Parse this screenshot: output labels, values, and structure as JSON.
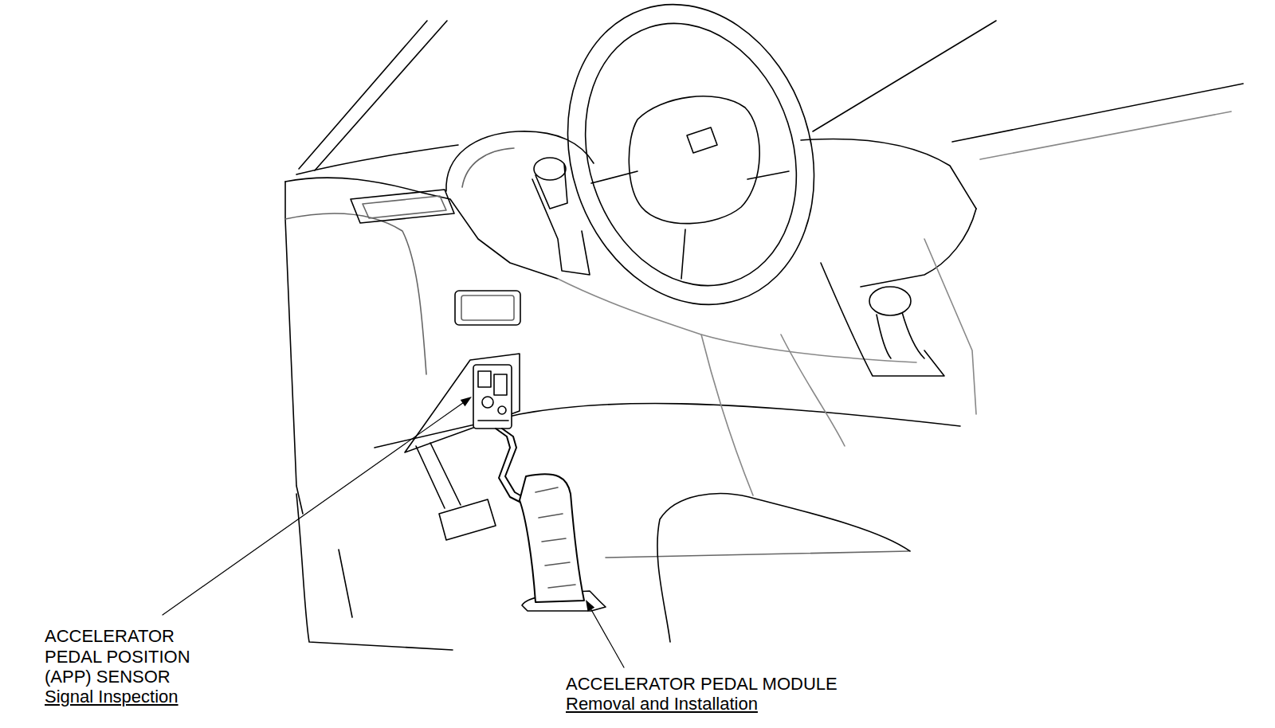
{
  "diagram": {
    "labels": [
      "ACCELERATOR PEDAL POSITION (APP) SENSOR",
      "Signal Inspection",
      "ACCELERATOR PEDAL MODULE",
      "Removal and Installation"
    ]
  }
}
